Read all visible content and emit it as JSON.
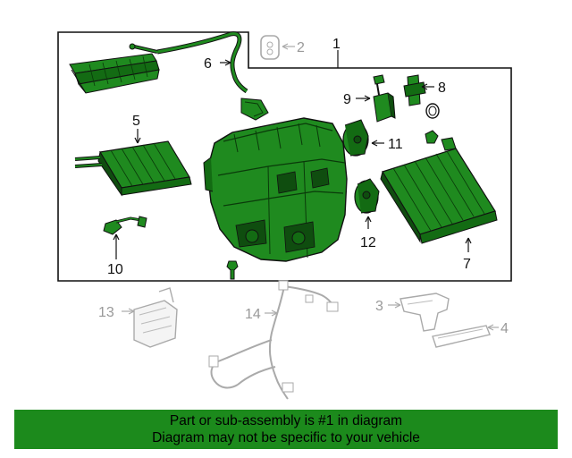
{
  "diagram": {
    "callouts": {
      "c1": "1",
      "c2": "2",
      "c3": "3",
      "c4": "4",
      "c5": "5",
      "c6": "6",
      "c7": "7",
      "c8": "8",
      "c9": "9",
      "c10": "10",
      "c11": "11",
      "c12": "12",
      "c13": "13",
      "c14": "14"
    },
    "colors": {
      "highlight_green": "#1f8a1f",
      "dark_green": "#0f4d0f",
      "outline": "#111111",
      "greyed_part": "#aaaaaa",
      "banner_green": "#1c8a1c"
    }
  },
  "banner": {
    "line1": "Part or sub-assembly is #1 in diagram",
    "line2": "Diagram may not be specific to your vehicle"
  }
}
